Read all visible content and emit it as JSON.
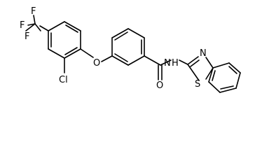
{
  "molecule": {
    "atom_labels": {
      "f_top": "F",
      "f_mid": "F",
      "f_left": "F",
      "cl": "Cl",
      "o_ether": "O",
      "o_carbonyl": "O",
      "nh": "N",
      "nh_h": "H",
      "n_ring": "N",
      "s_ring": "S"
    }
  }
}
